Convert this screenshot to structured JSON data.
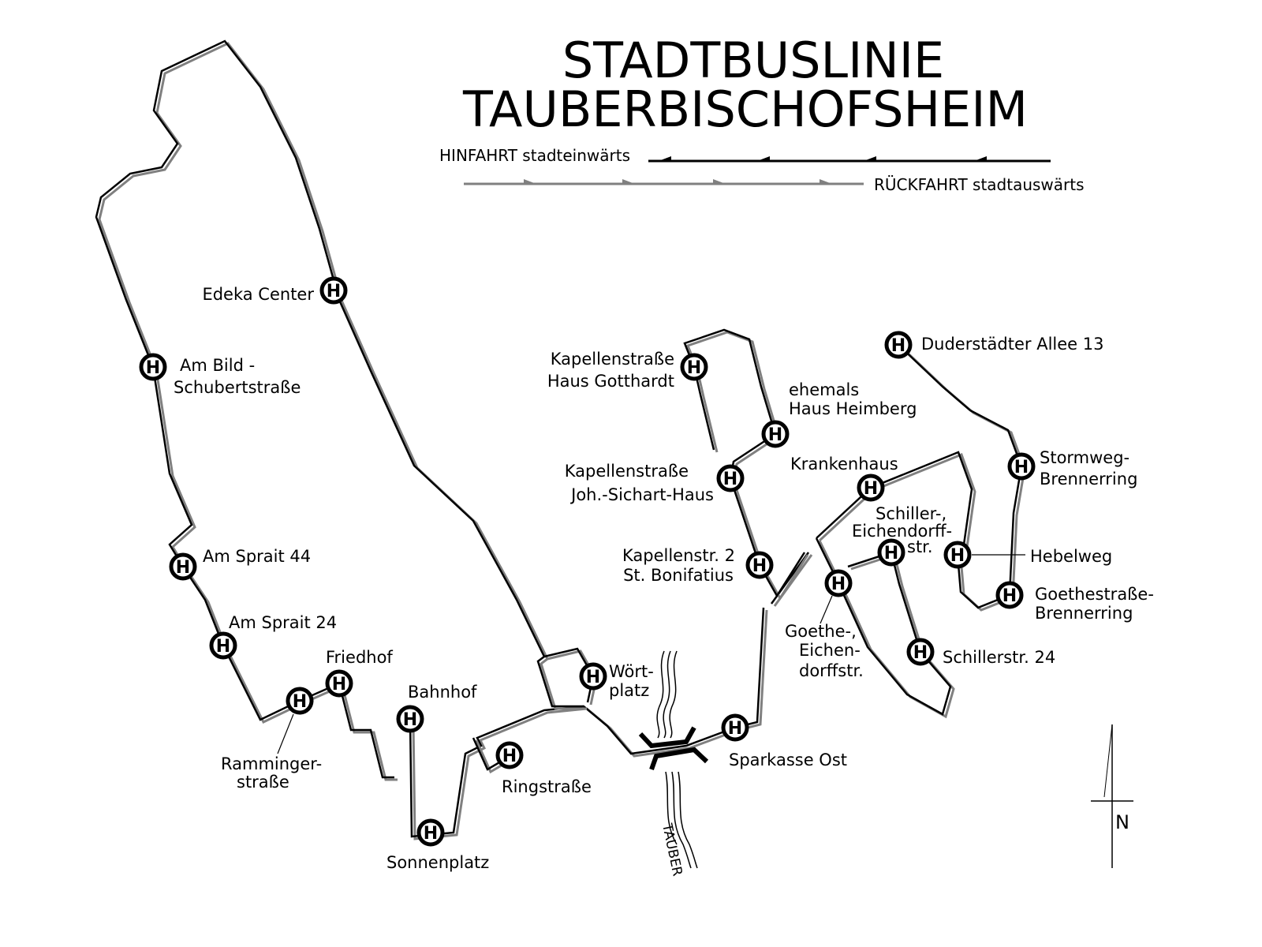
{
  "title": {
    "line1": "STADTBUSLINIE",
    "line2": "TAUBERBISCHOFSHEIM"
  },
  "legend": {
    "outbound": "HINFAHRT  stadteinwärts",
    "return": "RÜCKFAHRT stadtauswärts",
    "outbound_color": "#000000",
    "return_color": "#808080"
  },
  "stop_symbol": "H",
  "stops": [
    {
      "lines": [
        "Edeka Center"
      ]
    },
    {
      "lines": [
        "Am Bild -",
        "Schubertstraße"
      ]
    },
    {
      "lines": [
        "Am Sprait 44"
      ]
    },
    {
      "lines": [
        "Am Sprait 24"
      ]
    },
    {
      "lines": [
        "Friedhof"
      ]
    },
    {
      "lines": [
        "Ramminger-",
        "straße"
      ]
    },
    {
      "lines": [
        "Bahnhof"
      ]
    },
    {
      "lines": [
        "Sonnenplatz"
      ]
    },
    {
      "lines": [
        "Ringstraße"
      ]
    },
    {
      "lines": [
        "Wört-",
        "platz"
      ]
    },
    {
      "lines": [
        "Sparkasse Ost"
      ]
    },
    {
      "lines": [
        "Kapellenstraße",
        "Haus Gotthardt"
      ]
    },
    {
      "lines": [
        "ehemals",
        "Haus Heimberg"
      ]
    },
    {
      "lines": [
        "Kapellenstraße",
        "Joh.-Sichart-Haus"
      ]
    },
    {
      "lines": [
        "Kapellenstr. 2",
        "St. Bonifatius"
      ]
    },
    {
      "lines": [
        "Krankenhaus"
      ]
    },
    {
      "lines": [
        "Schiller-,",
        "Eichendorff-",
        "str."
      ]
    },
    {
      "lines": [
        "Goethe-,",
        "Eichen-",
        "dorffstr."
      ]
    },
    {
      "lines": [
        "Hebelweg"
      ]
    },
    {
      "lines": [
        "Goethestraße-",
        "Brennerring"
      ]
    },
    {
      "lines": [
        "Schillerstr. 24"
      ]
    },
    {
      "lines": [
        "Stormweg-",
        "Brennerring"
      ]
    },
    {
      "lines": [
        "Duderstädter Allee 13"
      ]
    }
  ],
  "river": "TAUBER",
  "north": "N"
}
